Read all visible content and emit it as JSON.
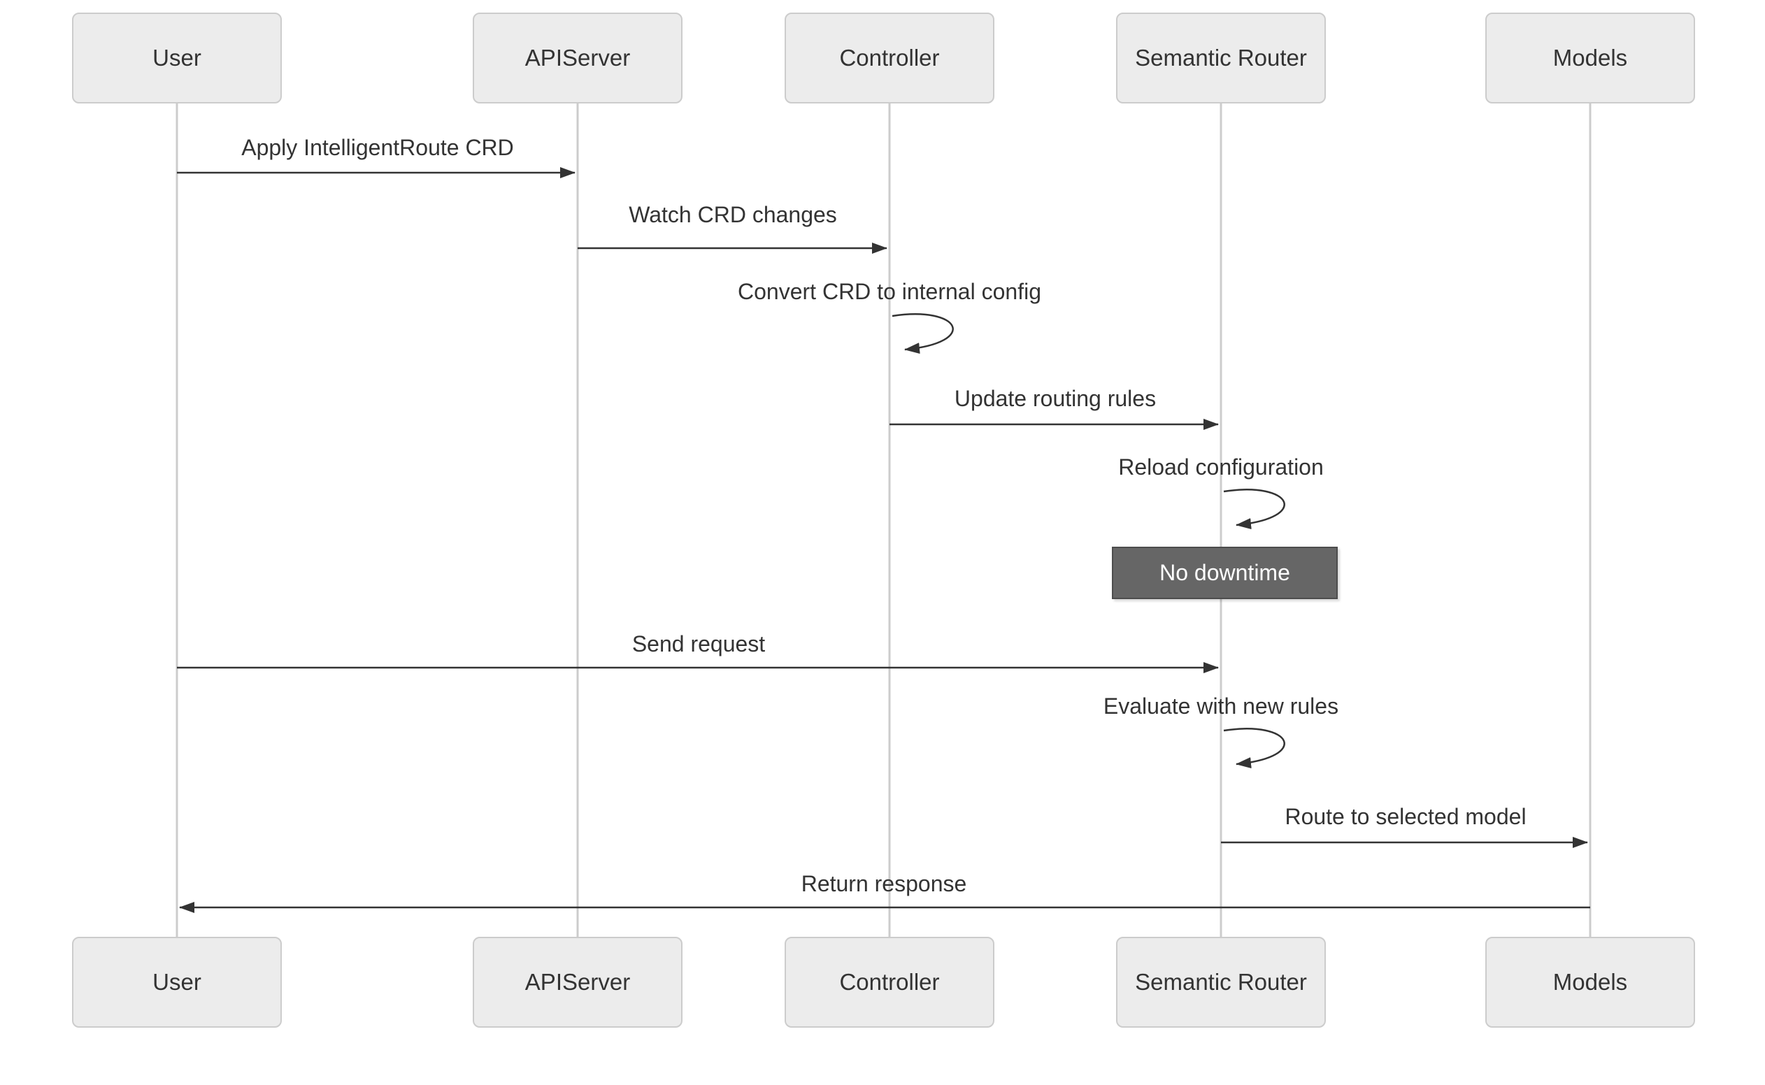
{
  "diagram": {
    "type": "sequence",
    "actors": [
      "User",
      "APIServer",
      "Controller",
      "Semantic Router",
      "Models"
    ],
    "messages": [
      {
        "from": "User",
        "to": "APIServer",
        "type": "solid-arrow",
        "label": "Apply IntelligentRoute CRD"
      },
      {
        "from": "APIServer",
        "to": "Controller",
        "type": "solid-arrow",
        "label": "Watch CRD changes"
      },
      {
        "from": "Controller",
        "to": "Controller",
        "type": "self-loop",
        "label": "Convert CRD to internal config"
      },
      {
        "from": "Controller",
        "to": "Semantic Router",
        "type": "solid-arrow",
        "label": "Update routing rules"
      },
      {
        "from": "Semantic Router",
        "to": "Semantic Router",
        "type": "self-loop",
        "label": "Reload configuration"
      },
      {
        "over": "Semantic Router",
        "type": "note",
        "label": "No downtime"
      },
      {
        "from": "User",
        "to": "Semantic Router",
        "type": "solid-arrow",
        "label": "Send request"
      },
      {
        "from": "Semantic Router",
        "to": "Semantic Router",
        "type": "self-loop",
        "label": "Evaluate with new rules"
      },
      {
        "from": "Semantic Router",
        "to": "Models",
        "type": "solid-arrow",
        "label": "Route to selected model"
      },
      {
        "from": "Models",
        "to": "User",
        "type": "solid-arrow",
        "label": "Return response"
      }
    ],
    "colors": {
      "background": "#ffffff",
      "actor_fill": "#ececec",
      "actor_border": "#cccccc",
      "lifeline": "#cccccc",
      "message_line": "#333333",
      "message_text": "#333333",
      "note_fill": "#666666",
      "note_border": "#4d4d4d",
      "note_text": "#ffffff"
    }
  }
}
